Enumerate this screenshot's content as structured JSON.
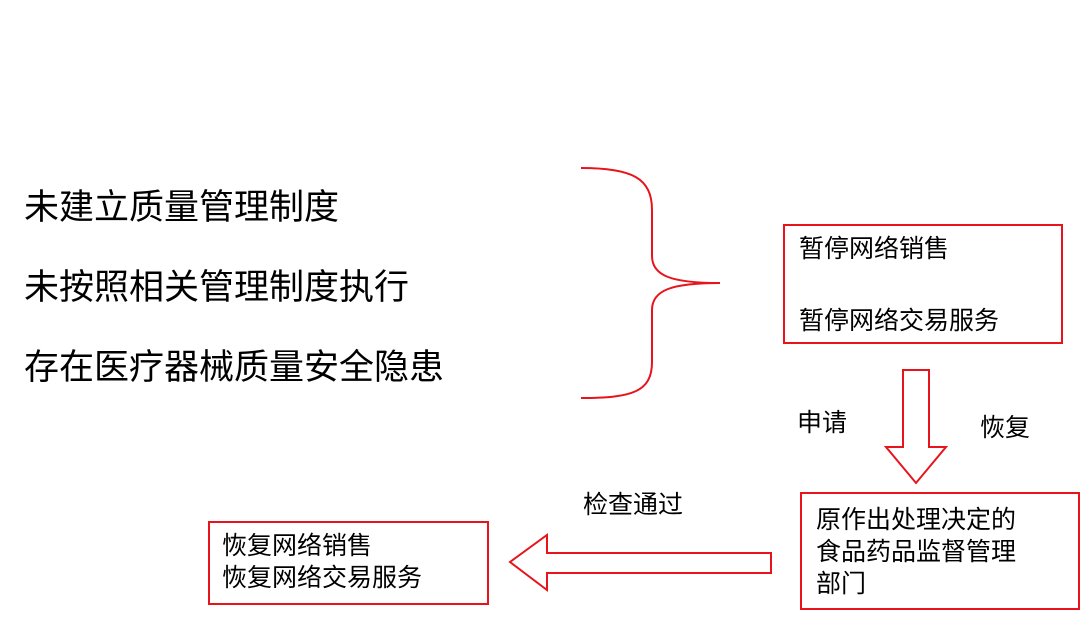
{
  "conditions": [
    "未建立质量管理制度",
    "未按照相关管理制度执行",
    "存在医疗器械质量安全隐患"
  ],
  "suspend_box": {
    "line1": "暂停网络销售",
    "line2": "暂停网络交易服务"
  },
  "apply_label": "申请",
  "restore_label": "恢复",
  "authority_box": {
    "line1": "原作出处理决定的",
    "line2": "食品药品监督管理",
    "line3": "部门"
  },
  "pass_label": "检查通过",
  "restore_box": {
    "line1": "恢复网络销售",
    "line2": "恢复网络交易服务"
  },
  "colors": {
    "accent": "#e8141c",
    "text": "#000000",
    "background": "#ffffff"
  }
}
